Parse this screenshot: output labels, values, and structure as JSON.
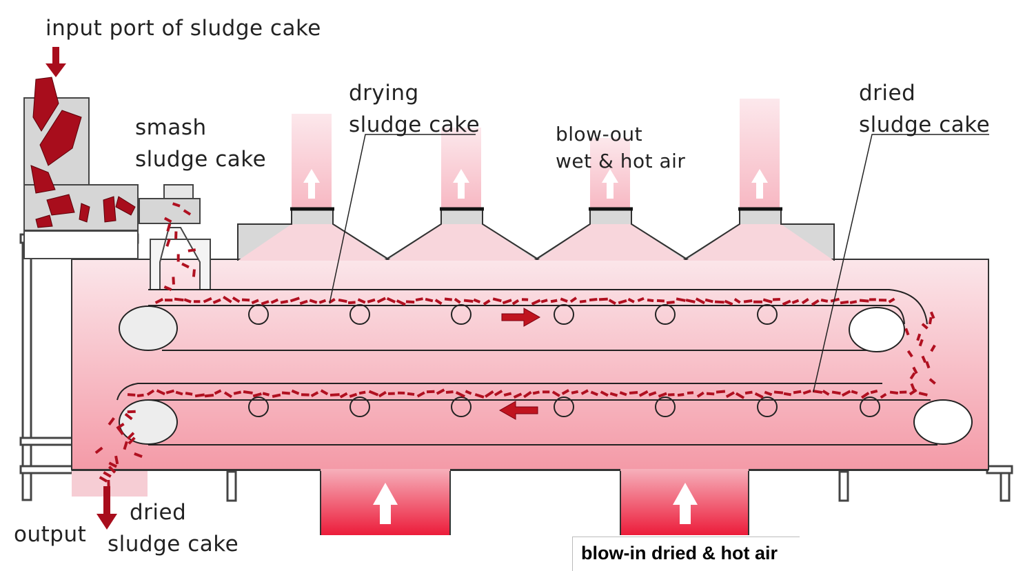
{
  "labels": {
    "input_port": "input port of sludge cake",
    "smash_1": "smash",
    "smash_2": "sludge cake",
    "drying_1": "drying",
    "drying_2": "sludge cake",
    "blowout_1": "blow-out",
    "blowout_2": "wet & hot air",
    "dried_top_1": "dried",
    "dried_top_2": "sludge cake",
    "output": "output",
    "dried_bottom_1": "dried",
    "dried_bottom_2": "sludge cake",
    "blow_in": "blow-in dried & hot air"
  },
  "colors": {
    "chamber_top": "#f9e2e6",
    "chamber_bottom": "#f4a2ad",
    "duct_red": "#ee2a44",
    "sludge": "#b01020",
    "hopper_grey": "#d6d6d6",
    "outline": "#333333"
  },
  "icons": [
    "up-arrow-icon",
    "down-arrow-icon",
    "conveyor-direction-arrow-icon"
  ]
}
